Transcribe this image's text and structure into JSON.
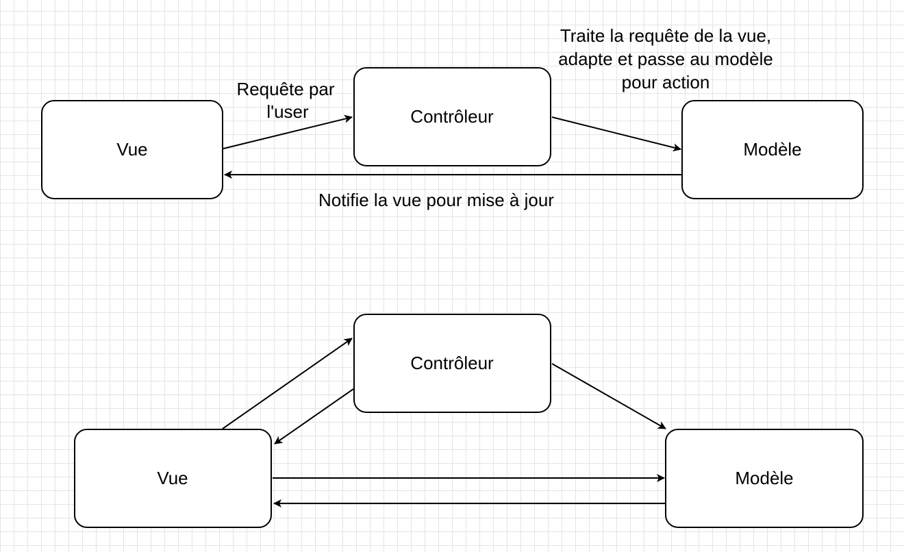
{
  "diagram1": {
    "nodes": {
      "vue": "Vue",
      "controleur": "Contrôleur",
      "modele": "Modèle"
    },
    "labels": {
      "request_line1": "Requête par",
      "request_line2": "l'user",
      "process_line1": "Traite la requête de la vue,",
      "process_line2": "adapte et passe au modèle",
      "process_line3": "pour action",
      "notify": "Notifie la vue pour mise à jour"
    }
  },
  "diagram2": {
    "nodes": {
      "vue": "Vue",
      "controleur": "Contrôleur",
      "modele": "Modèle"
    }
  }
}
